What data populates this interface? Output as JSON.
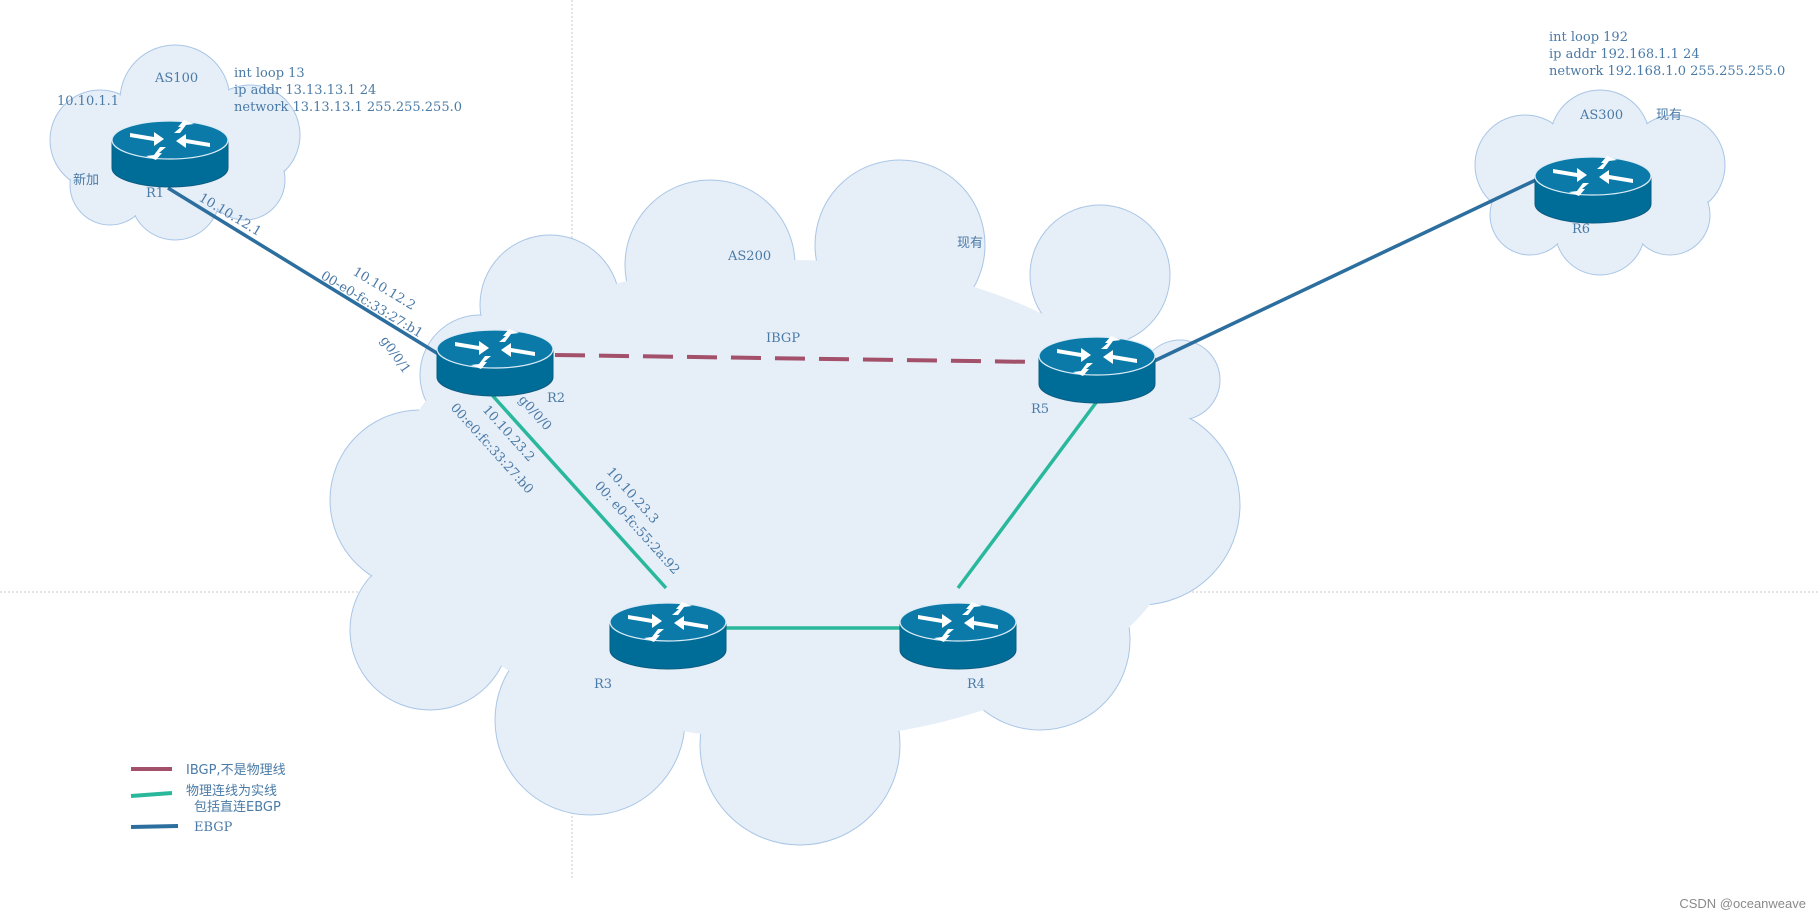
{
  "as100": {
    "name": "AS100",
    "note": "新加",
    "loopback_ip": "10.10.1.1",
    "config": [
      "int loop 13",
      "ip addr 13.13.13.1 24",
      "network 13.13.13.1 255.255.255.0"
    ]
  },
  "as200": {
    "name": "AS200",
    "note": "现有"
  },
  "as300": {
    "name": "AS300",
    "note": "现有",
    "config": [
      "int loop 192",
      "ip addr 192.168.1.1 24",
      "network 192.168.1.0 255.255.255.0"
    ]
  },
  "routers": {
    "r1": "R1",
    "r2": "R2",
    "r3": "R3",
    "r4": "R4",
    "r5": "R5",
    "r6": "R6"
  },
  "links": {
    "r1_r2": {
      "r1_ip": "10.10.12.1",
      "r2_ip": "10.10.12.2",
      "r2_mac": "00-e0-fc:33:27:b1",
      "r2_if": "g0/0/1"
    },
    "r2_r3": {
      "r2_ip": "10.10.23.2",
      "r2_mac": "00:e0:fc:33:27:b0",
      "r2_if": "g0/0/0",
      "r3_ip": "10.10.23.3",
      "r3_mac": "00: e0-fc:55:2a:92"
    },
    "r2_r5": {
      "label": "IBGP"
    }
  },
  "legend": {
    "ibgp": "IBGP,不是物理线",
    "physical": "物理连线为实线",
    "physical_note": "包括直连EBGP",
    "ebgp": "EBGP"
  },
  "colors": {
    "ibgp": "#a3506a",
    "physical": "#2ab89c",
    "ebgp": "#2c6e9e",
    "cloud_fill": "#e6eef8",
    "cloud_stroke": "#a9c6e6",
    "router": "#006d98"
  },
  "watermark": "CSDN @oceanweave"
}
